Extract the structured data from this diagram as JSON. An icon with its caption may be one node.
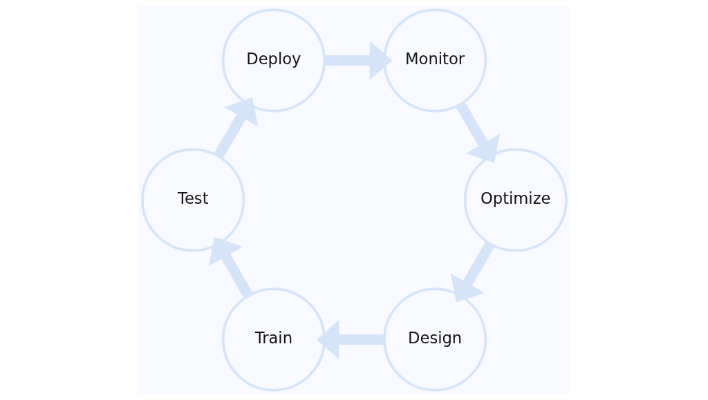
{
  "diagram": {
    "nodes": [
      {
        "text": [
          "Design"
        ]
      },
      {
        "text": [
          "Train"
        ]
      },
      {
        "text": [
          "Test"
        ]
      },
      {
        "text": [
          "Deploy"
        ]
      },
      {
        "text": [
          "Monitor"
        ]
      },
      {
        "text": [
          "Optimize"
        ]
      }
    ],
    "edges": [
      {
        "from": 0,
        "to": 1,
        "arrow": "to"
      },
      {
        "from": 1,
        "to": 2,
        "arrow": "to"
      },
      {
        "from": 2,
        "to": 3,
        "arrow": "to"
      },
      {
        "from": 3,
        "to": 4,
        "arrow": "to"
      },
      {
        "from": 4,
        "to": 5,
        "arrow": "to"
      },
      {
        "from": 5,
        "to": 0,
        "arrow": "to"
      }
    ]
  }
}
